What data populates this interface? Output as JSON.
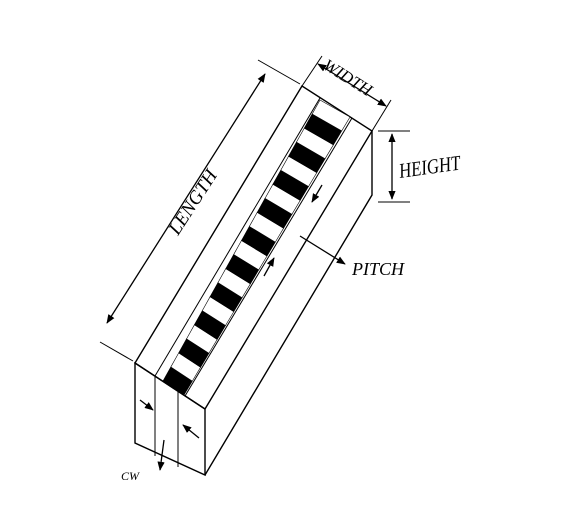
{
  "labels": {
    "width": "WIDTH",
    "height": "HEIGHT",
    "length": "LENGTH",
    "pitch": "PITCH",
    "cw": "CW"
  },
  "grating": {
    "period_count": 10,
    "fill_colors": [
      "#000000",
      "#ffffff"
    ]
  }
}
